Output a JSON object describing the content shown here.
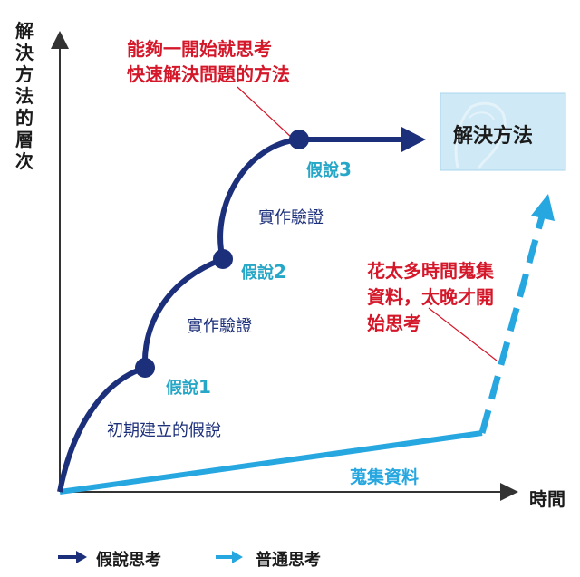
{
  "axes": {
    "y_label": "解決方法的層次",
    "x_label": "時間"
  },
  "annotations": {
    "top_note_line1": "能夠一開始就思考",
    "top_note_line2": "快速解決問題的方法",
    "right_note_line1": "花太多時間蒐集",
    "right_note_line2": "資料，太晚才開",
    "right_note_line3": "始思考"
  },
  "solution": {
    "label": "解決方法"
  },
  "hypothesis_path": {
    "points": [
      {
        "label_text": "假說",
        "label_num": "1",
        "stage_text": "初期建立的假說"
      },
      {
        "label_text": "假說",
        "label_num": "2",
        "stage_text": "實作驗證"
      },
      {
        "label_text": "假說",
        "label_num": "3",
        "stage_text": "實作驗證"
      }
    ]
  },
  "normal_path": {
    "label": "蒐集資料"
  },
  "legend": {
    "hypothesis": "假說思考",
    "normal": "普通思考"
  },
  "colors": {
    "hypothesis_line": "#1c2f7a",
    "normal_line": "#27a7e0",
    "annotation_red": "#d5172a",
    "point_label_teal": "#27a7c7",
    "solution_box": "#cfe9f6"
  }
}
